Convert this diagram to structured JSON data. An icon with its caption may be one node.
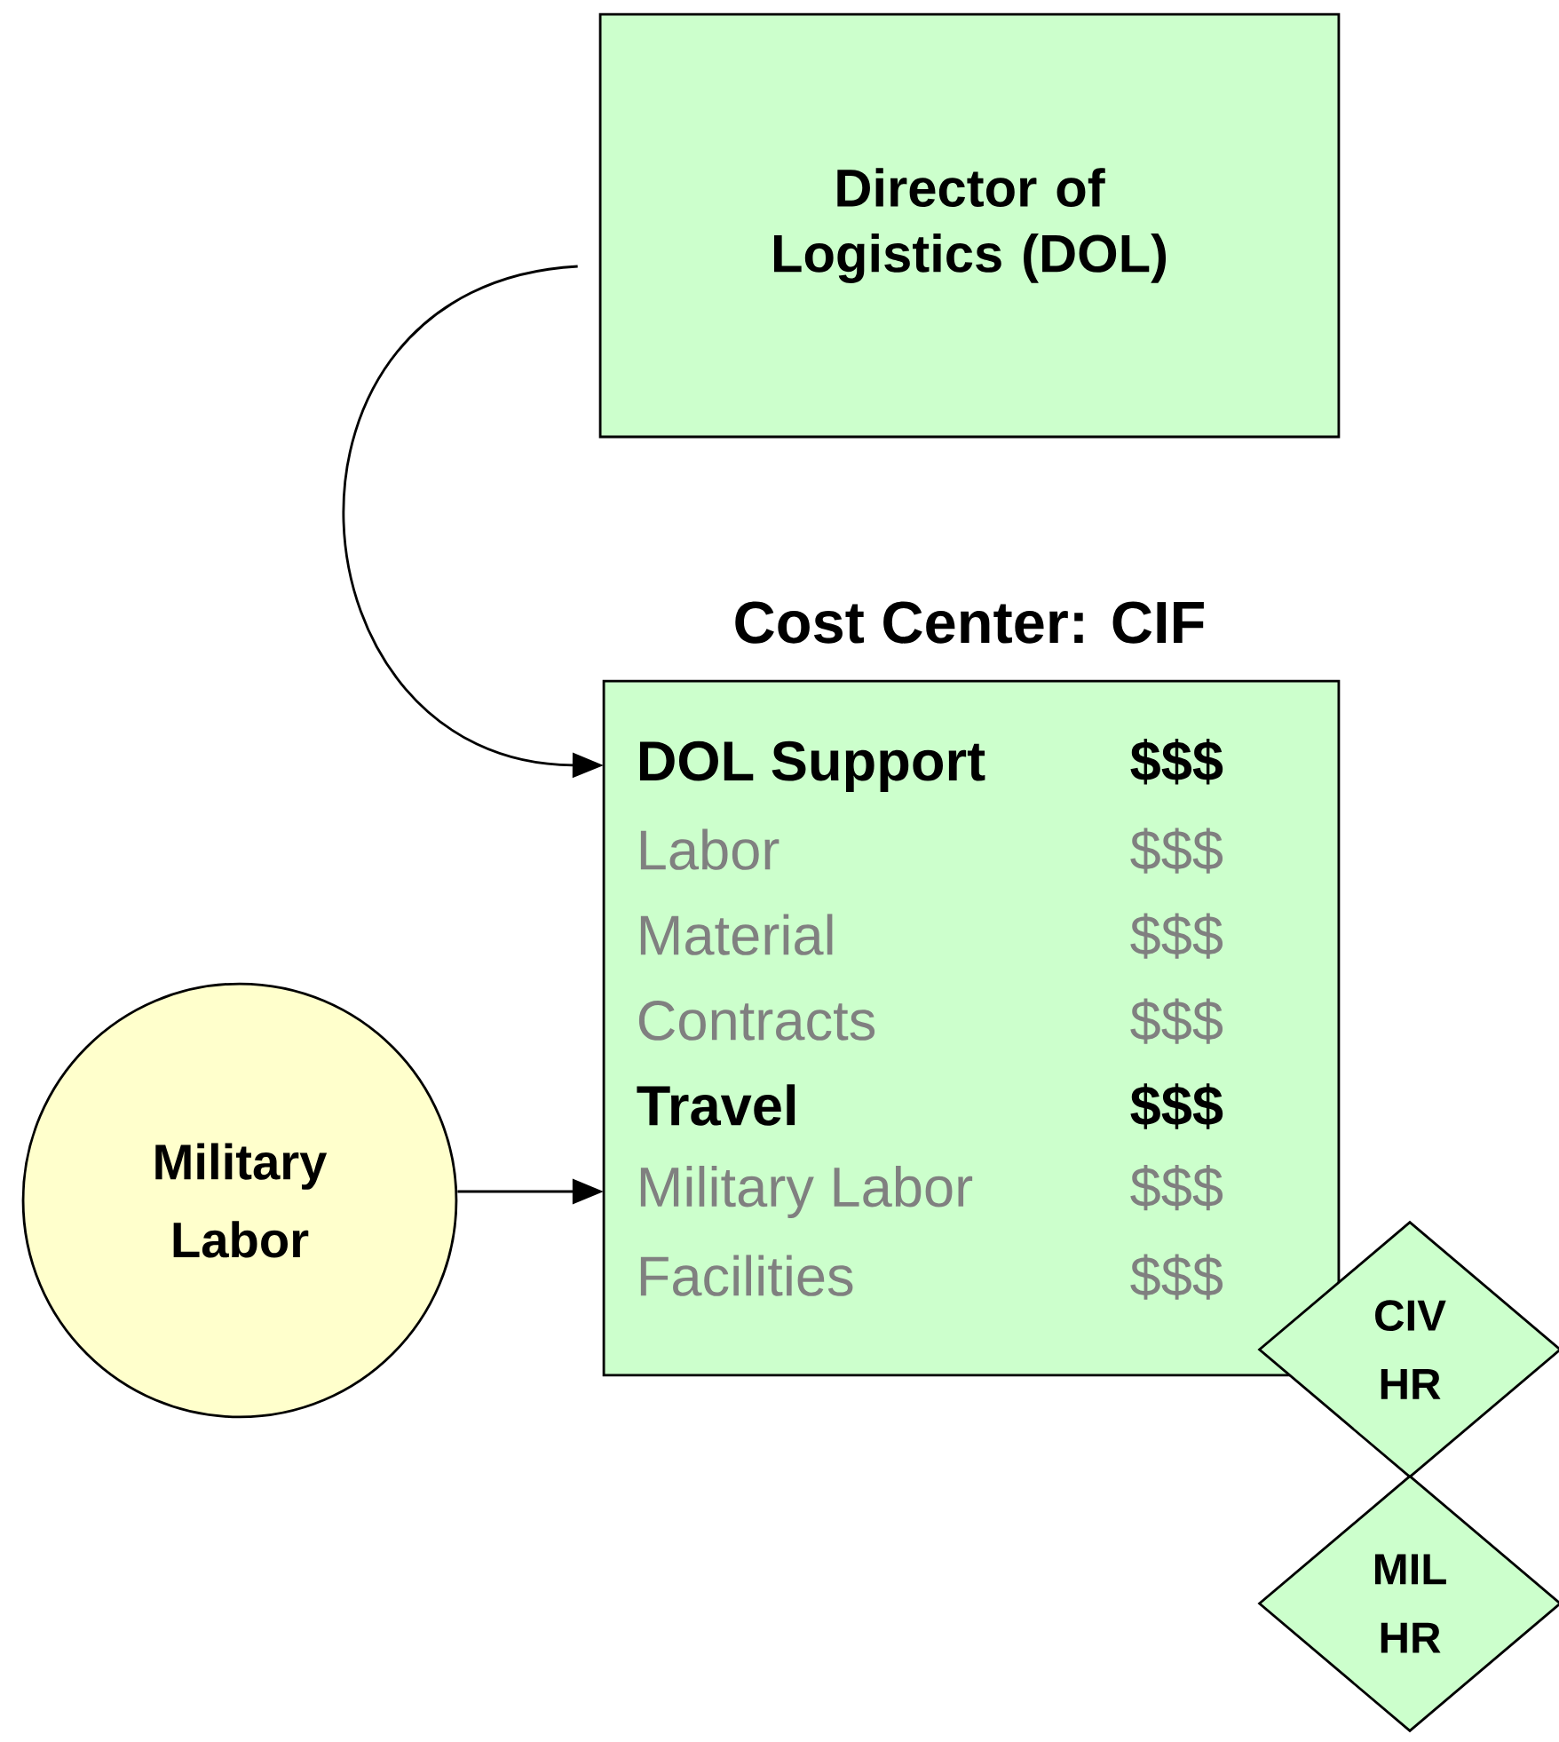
{
  "diagram": {
    "nodes": [
      {
        "text": [
          "Director of Logistics (DOL)"
        ]
      },
      {
        "text": [
          "Cost Center: CIF"
        ]
      },
      {
        "text": [
          "DOL Support",
          "$$$"
        ],
        "in": 1
      },
      {
        "text": [
          "Labor",
          "$$$"
        ],
        "in": 1
      },
      {
        "text": [
          "Material",
          "$$$"
        ],
        "in": 1
      },
      {
        "text": [
          "Contracts",
          "$$$"
        ],
        "in": 1
      },
      {
        "text": [
          "Travel",
          "$$$"
        ],
        "in": 1
      },
      {
        "text": [
          "Military Labor",
          "$$$"
        ],
        "in": 1
      },
      {
        "text": [
          "Facilities",
          "$$$"
        ],
        "in": 1
      },
      {
        "text": [
          "Military Labor"
        ]
      },
      {
        "text": [
          "CIV HR"
        ]
      },
      {
        "text": [
          "MIL HR"
        ]
      }
    ],
    "edges": [
      {
        "from": 0,
        "to": 2,
        "arrow": "to"
      },
      {
        "from": 9,
        "to": 7,
        "arrow": "to"
      }
    ]
  }
}
